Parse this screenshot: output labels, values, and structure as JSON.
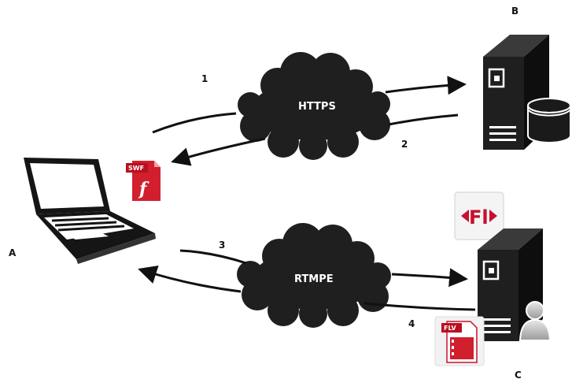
{
  "nodes": {
    "a": {
      "label": "A"
    },
    "b": {
      "label": "B"
    },
    "c": {
      "label": "C"
    }
  },
  "clouds": {
    "top": {
      "label": "HTTPS"
    },
    "bottom": {
      "label": "RTMPE"
    }
  },
  "steps": [
    "1",
    "2",
    "3",
    "4"
  ],
  "files": {
    "swf": {
      "tag": "SWF",
      "glyph": "f"
    },
    "flv": {
      "tag": "FLV"
    },
    "fl": {
      "text": "Fl"
    }
  },
  "colors": {
    "cloud": "#1f1f1f",
    "flash_red": "#c8102e",
    "server": "#1a1a1a",
    "arrow": "#111111"
  }
}
